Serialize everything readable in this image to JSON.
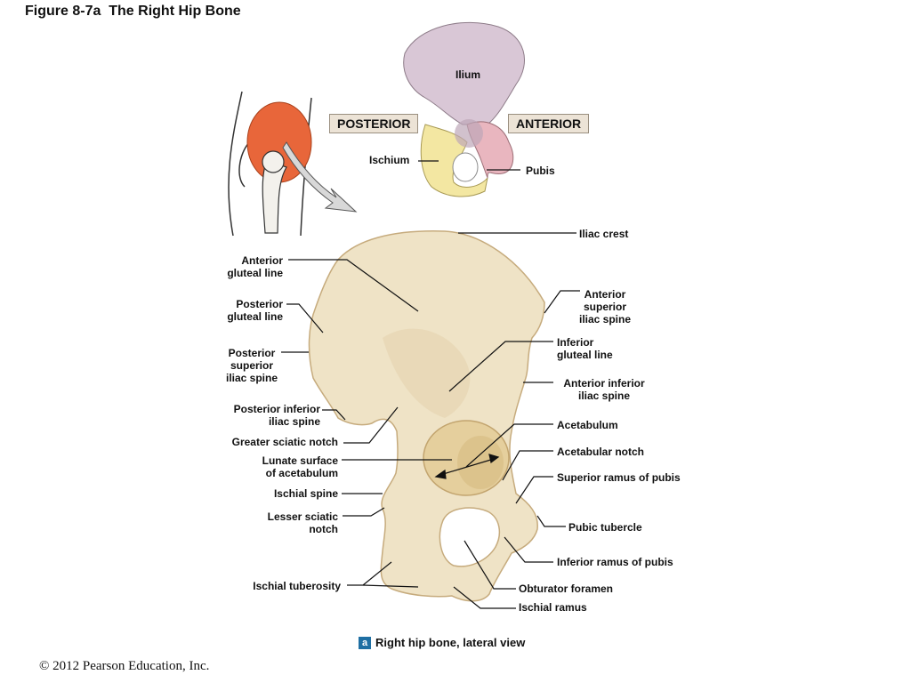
{
  "figure": {
    "title": "Figure 8-7a  The Right Hip Bone",
    "copyright": "© 2012 Pearson Education, Inc.",
    "caption_badge": "a",
    "caption": "Right hip bone, lateral view"
  },
  "overview": {
    "posterior": "POSTERIOR",
    "anterior": "ANTERIOR",
    "ilium": "Ilium",
    "ischium": "Ischium",
    "pubis": "Pubis",
    "colors": {
      "ilium": "#d9c7d6",
      "ischium": "#f3e7a2",
      "pubis": "#e9b6bf",
      "hip_highlight": "#e8663a"
    }
  },
  "labels": {
    "iliac_crest": "Iliac crest",
    "anterior_gluteal_line_1": "Anterior",
    "anterior_gluteal_line_2": "gluteal line",
    "posterior_gluteal_line_1": "Posterior",
    "posterior_gluteal_line_2": "gluteal line",
    "posterior_superior_iliac_spine_1": "Posterior",
    "posterior_superior_iliac_spine_2": "superior",
    "posterior_superior_iliac_spine_3": "iliac spine",
    "posterior_inferior_iliac_spine_1": "Posterior inferior",
    "posterior_inferior_iliac_spine_2": "iliac spine",
    "greater_sciatic_notch": "Greater sciatic notch",
    "lunate_surface_1": "Lunate surface",
    "lunate_surface_2": "of acetabulum",
    "ischial_spine": "Ischial spine",
    "lesser_sciatic_notch_1": "Lesser sciatic",
    "lesser_sciatic_notch_2": "notch",
    "ischial_tuberosity": "Ischial tuberosity",
    "anterior_superior_iliac_spine_1": "Anterior",
    "anterior_superior_iliac_spine_2": "superior",
    "anterior_superior_iliac_spine_3": "iliac spine",
    "inferior_gluteal_line_1": "Inferior",
    "inferior_gluteal_line_2": "gluteal line",
    "anterior_inferior_iliac_spine_1": "Anterior inferior",
    "anterior_inferior_iliac_spine_2": "iliac spine",
    "acetabulum": "Acetabulum",
    "acetabular_notch": "Acetabular notch",
    "superior_ramus_of_pubis": "Superior ramus of pubis",
    "pubic_tubercle": "Pubic tubercle",
    "inferior_ramus_of_pubis": "Inferior ramus of pubis",
    "obturator_foramen": "Obturator foramen",
    "ischial_ramus": "Ischial ramus"
  },
  "colors": {
    "bone": "#efe3c6",
    "bone_shadow": "#d8c39a",
    "line": "#111111",
    "badge": "#1f6fa3"
  }
}
